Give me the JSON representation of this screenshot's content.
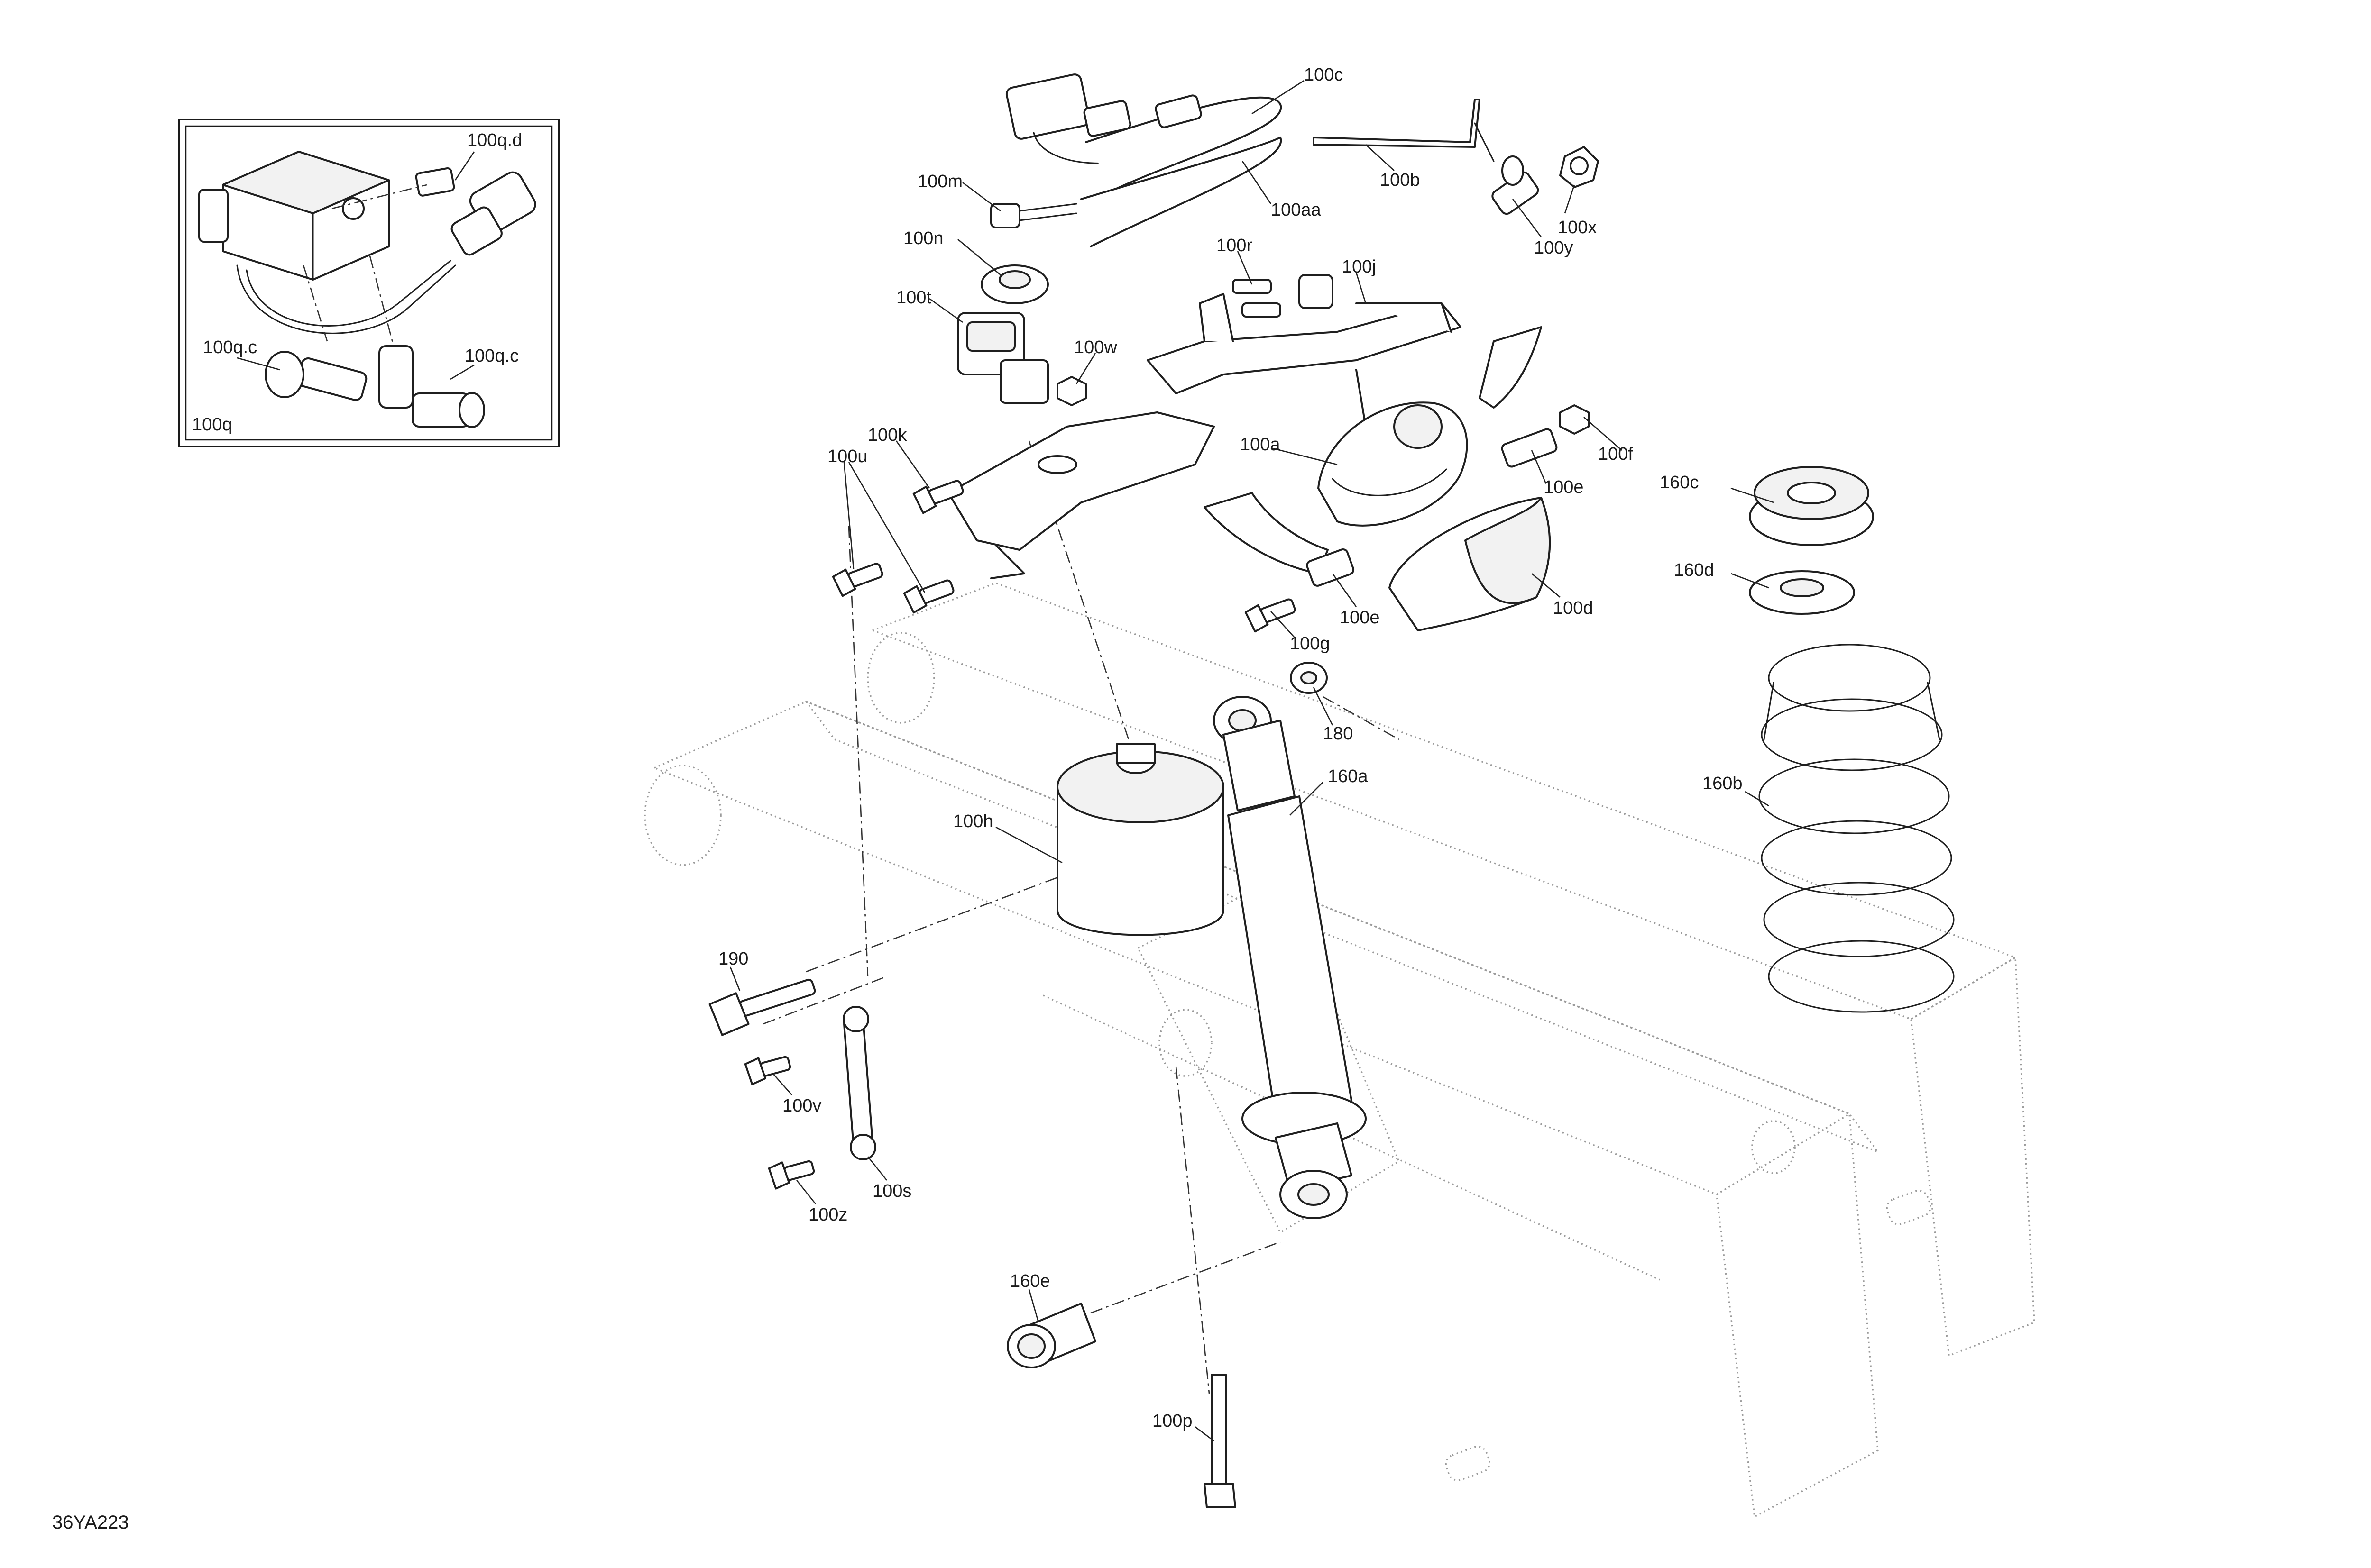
{
  "figure_id": "36YA223",
  "inset": {
    "callouts": [
      "100q.d",
      "100q.c",
      "100q.c",
      "100q"
    ]
  },
  "callouts": [
    "100c",
    "100b",
    "100aa",
    "100x",
    "100y",
    "100m",
    "100n",
    "100r",
    "100j",
    "100t",
    "100w",
    "100k",
    "100u",
    "100a",
    "100f",
    "100e",
    "100e",
    "100d",
    "100g",
    "180",
    "160c",
    "160d",
    "160b",
    "160a",
    "100h",
    "190",
    "100v",
    "100s",
    "100z",
    "160e",
    "100p"
  ]
}
